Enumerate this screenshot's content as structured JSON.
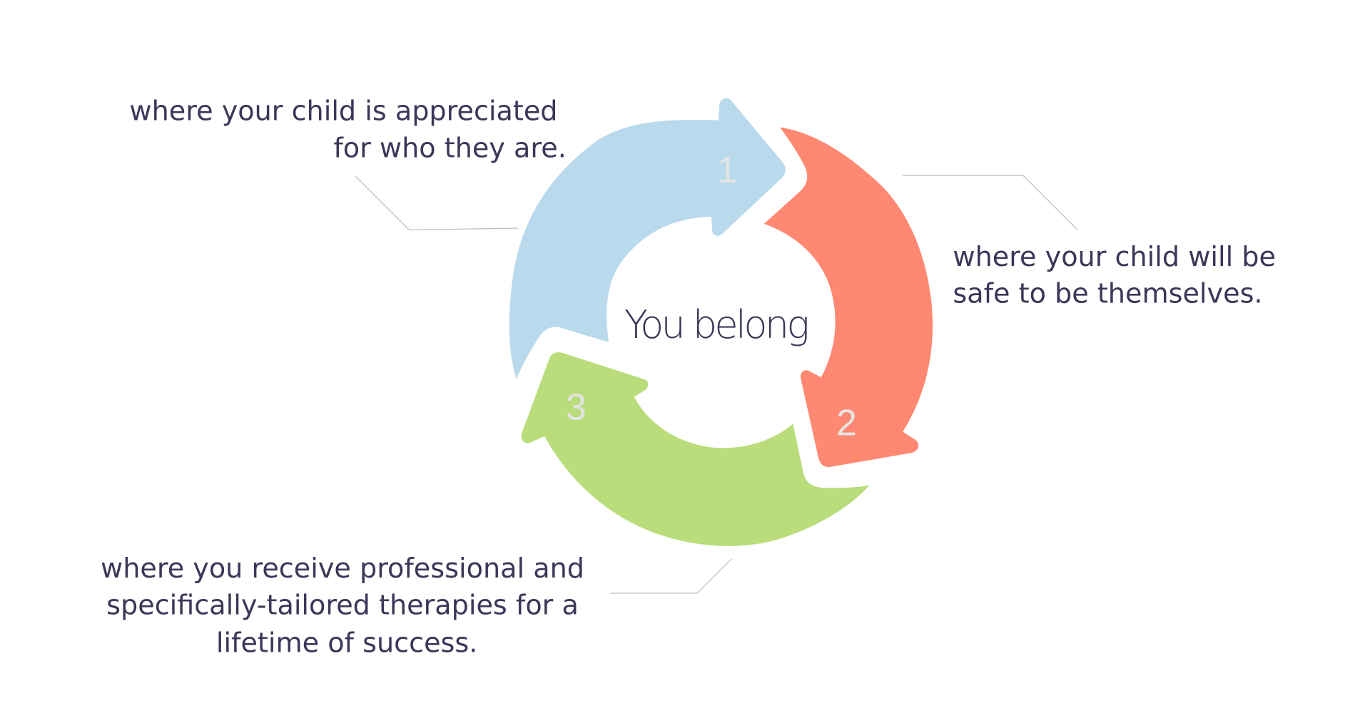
{
  "colors": {
    "step1": "#b9daec",
    "step2": "#ff8872",
    "step3": "#b8dd7a",
    "text": "#3d3658",
    "number": "#e4e4e4"
  },
  "center_label": "You belong",
  "steps": [
    {
      "number": "1",
      "lines": [
        "where your child is appreciated",
        "for who they are."
      ]
    },
    {
      "number": "2",
      "lines": [
        "where your child will be",
        "safe to be themselves."
      ]
    },
    {
      "number": "3",
      "lines": [
        "where you receive professional and",
        "specifically-tailored therapies for a",
        "lifetime of success."
      ]
    }
  ]
}
